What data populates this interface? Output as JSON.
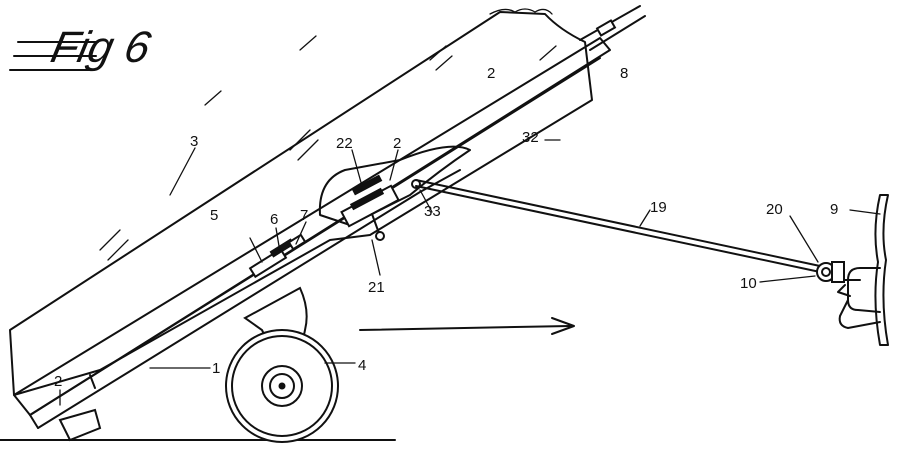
{
  "figure": {
    "title": "Fig 6",
    "labels": {
      "l1": "1",
      "l2a": "2",
      "l2b": "2",
      "l2c": "2",
      "l3": "3",
      "l4": "4",
      "l5": "5",
      "l6": "6",
      "l7": "7",
      "l8": "8",
      "l9": "9",
      "l10": "10",
      "l19": "19",
      "l20": "20",
      "l21": "21",
      "l22": "22",
      "l32": "32",
      "l33": "33"
    }
  }
}
